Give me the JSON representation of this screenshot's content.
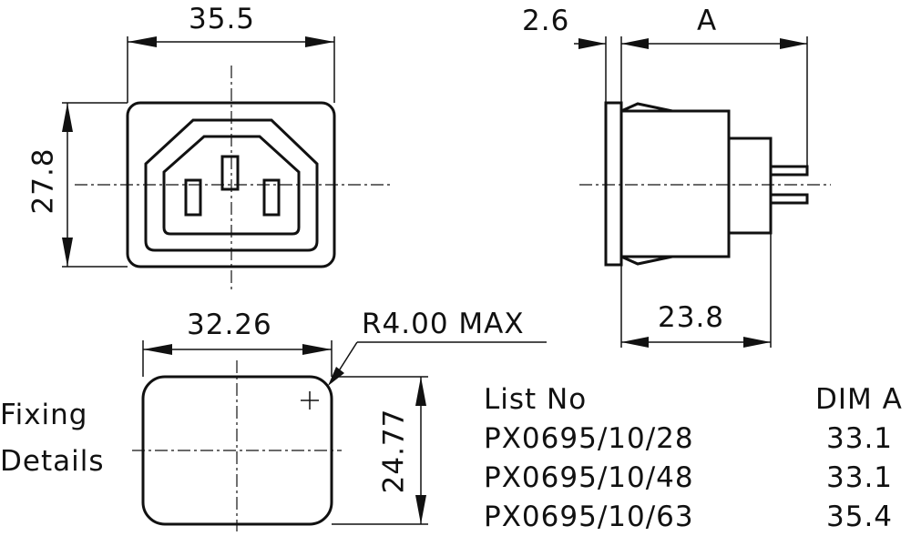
{
  "dimensions": {
    "front_width": "35.5",
    "front_height": "27.8",
    "flange_thickness": "2.6",
    "body_depth_label": "A",
    "body_length": "23.8",
    "cutout_width": "32.26",
    "cutout_height": "24.77",
    "corner_radius": "R4.00 MAX"
  },
  "fixing_label": {
    "line1": "Fixing",
    "line2": "Details"
  },
  "table": {
    "headers": [
      "List No",
      "DIM A"
    ],
    "rows": [
      [
        "PX0695/10/28",
        "33.1"
      ],
      [
        "PX0695/10/48",
        "33.1"
      ],
      [
        "PX0695/10/63",
        "35.4"
      ]
    ]
  }
}
